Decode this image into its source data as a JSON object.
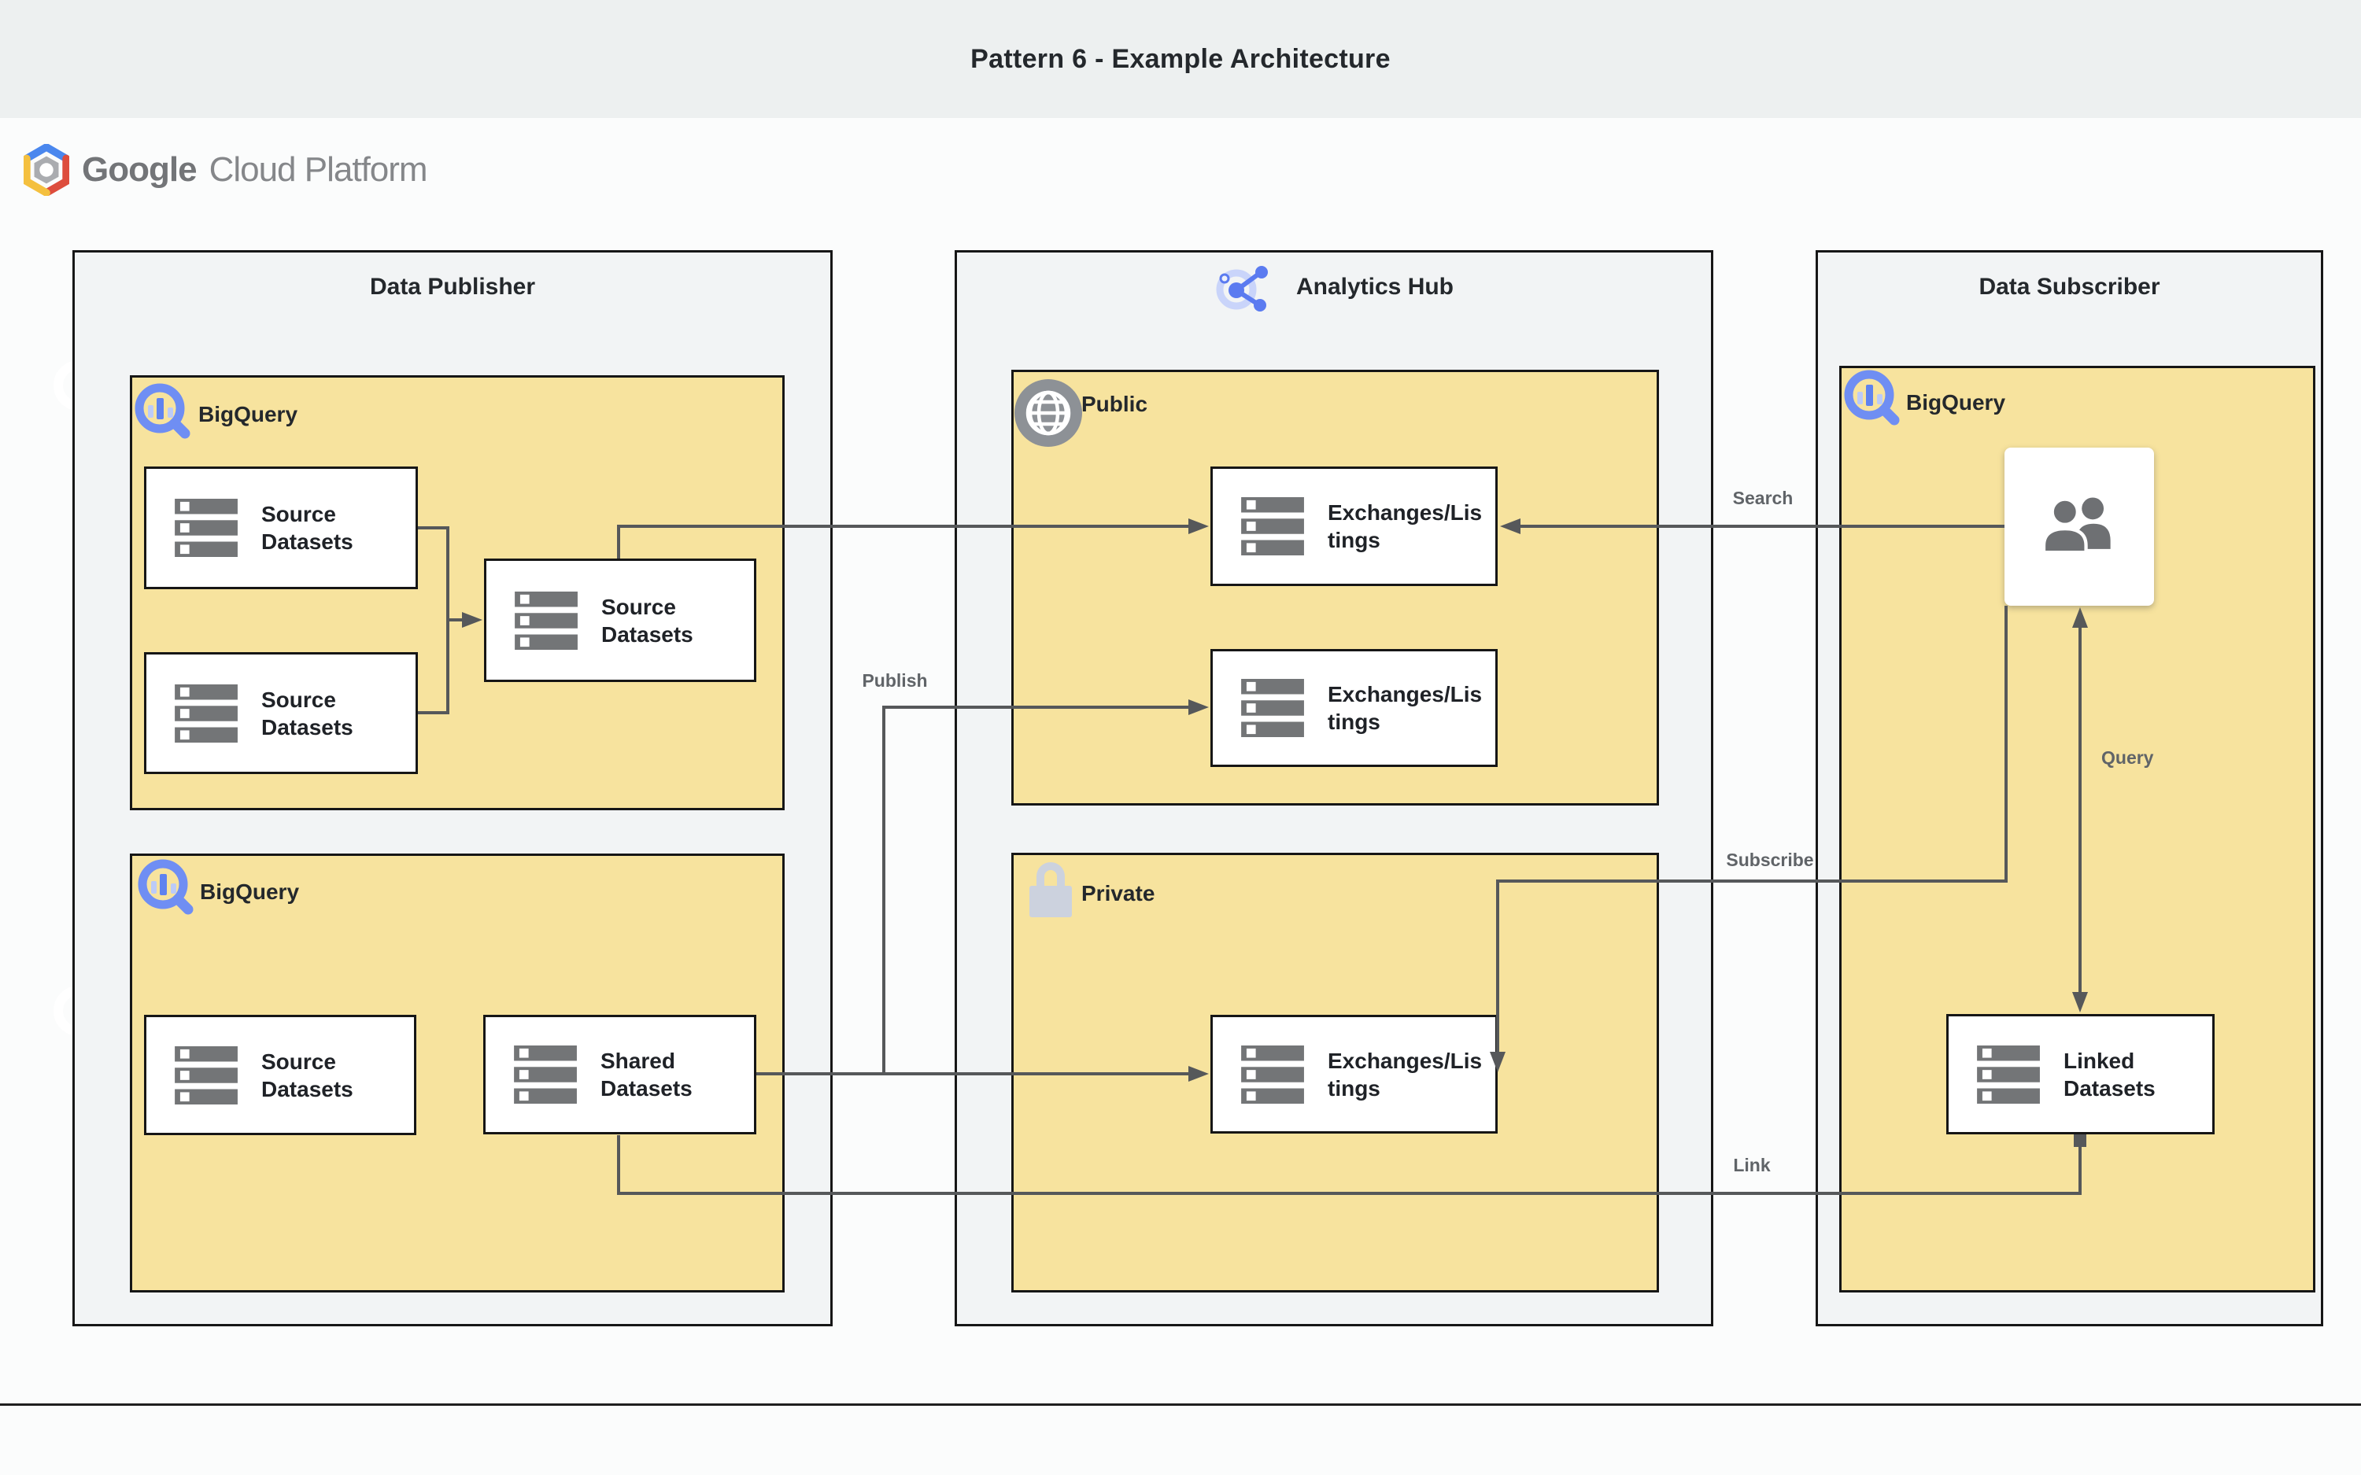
{
  "banner": {
    "title": "Pattern 6 - Example Architecture"
  },
  "logo": {
    "brand": "Google",
    "product": "Cloud Platform"
  },
  "sections": {
    "publisher": {
      "title": "Data Publisher",
      "bigquery_top_label": "BigQuery",
      "bigquery_bottom_label": "BigQuery"
    },
    "hub": {
      "title": "Analytics Hub",
      "public_label": "Public",
      "private_label": "Private"
    },
    "subscriber": {
      "title": "Data Subscriber",
      "bigquery_label": "BigQuery"
    }
  },
  "nodes": {
    "src_a": {
      "label": "Source Datasets",
      "lines": [
        "Source",
        "Datasets"
      ]
    },
    "src_b": {
      "label": "Source Datasets",
      "lines": [
        "Source",
        "Datasets"
      ]
    },
    "src_c": {
      "label": "Source Datasets",
      "lines": [
        "Source",
        "Datasets"
      ]
    },
    "src_d": {
      "label": "Source Datasets",
      "lines": [
        "Source",
        "Datasets"
      ]
    },
    "shared": {
      "label": "Shared Datasets",
      "lines": [
        "Shared",
        "Datasets"
      ]
    },
    "exch_public_1": {
      "label": "Exchanges/Listings",
      "lines": [
        "Exchanges/Lis",
        "tings"
      ]
    },
    "exch_public_2": {
      "label": "Exchanges/Listings",
      "lines": [
        "Exchanges/Lis",
        "tings"
      ]
    },
    "exch_private": {
      "label": "Exchanges/Listings",
      "lines": [
        "Exchanges/Lis",
        "tings"
      ]
    },
    "linked": {
      "label": "Linked Datasets",
      "lines": [
        "Linked",
        "Datasets"
      ]
    }
  },
  "edges": {
    "search": "Search",
    "publish": "Publish",
    "subscribe": "Subscribe",
    "query": "Query",
    "link": "Link"
  },
  "icons": {
    "gcp_logo": "google-cloud-hexagon",
    "bigquery": "magnifier-with-bar-chart",
    "analytics_hub": "share-nodes-in-ring",
    "public": "globe",
    "private": "lock",
    "subscriber_users": "two-people",
    "dataset": "stacked-server-rows"
  },
  "colors": {
    "banner_bg": "#edf0f0",
    "container_bg": "#f2f4f5",
    "zone_yellow": "#f7e39e",
    "border_dark": "#161616",
    "edge_gray": "#56585a",
    "label_gray": "#606468",
    "bigquery_blue": "#6f8ef3",
    "bigquery_light_blue": "#bccbf8",
    "hub_pale_blue": "#c9d4fa",
    "hub_blue": "#5b7bf0",
    "icon_gray": "#737577",
    "globe_gray": "#8d9196",
    "lock_gray": "#ccd2de"
  }
}
